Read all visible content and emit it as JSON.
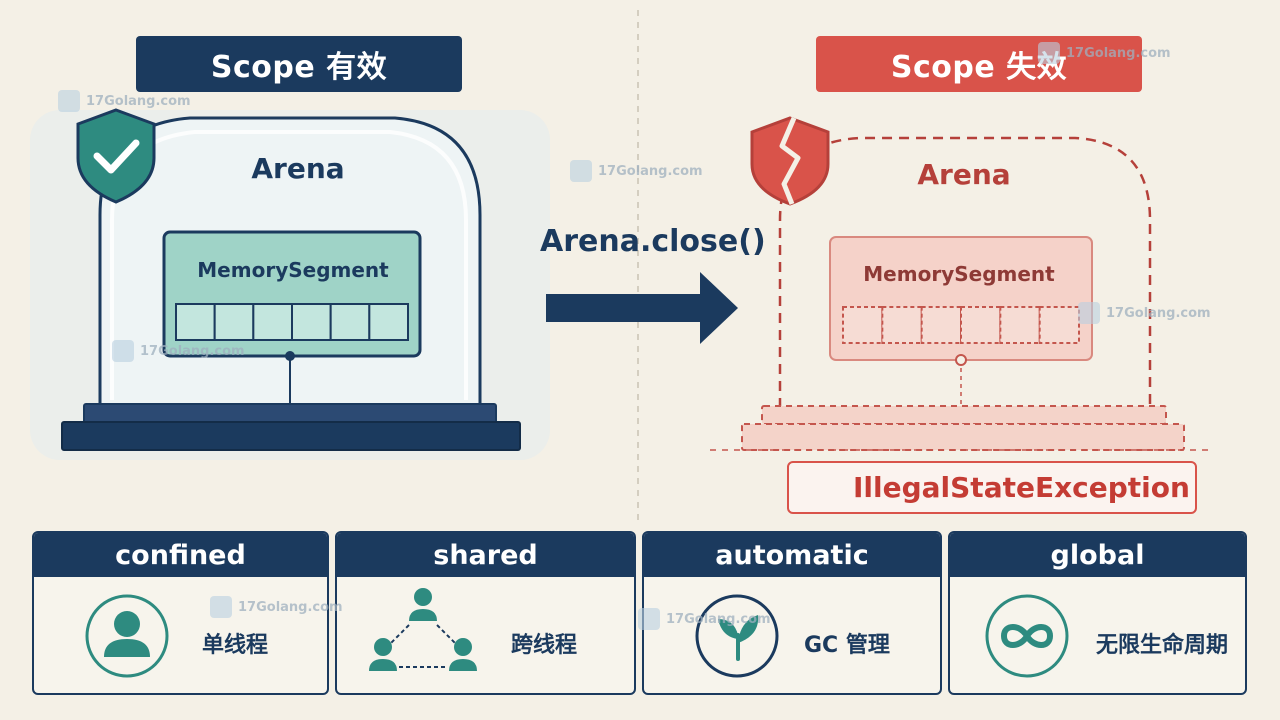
{
  "banners": {
    "valid": "Scope 有效",
    "invalid": "Scope 失效"
  },
  "left_panel": {
    "arena_label": "Arena",
    "segment_label": "MemorySegment"
  },
  "right_panel": {
    "arena_label": "Arena",
    "segment_label": "MemorySegment",
    "exception": "IllegalStateException"
  },
  "transition": {
    "label": "Arena.close()"
  },
  "scope_cards": [
    {
      "title": "confined",
      "description": "单线程",
      "icon": "person-icon"
    },
    {
      "title": "shared",
      "description": "跨线程",
      "icon": "network-icon"
    },
    {
      "title": "automatic",
      "description": "GC 管理",
      "icon": "leaf-icon"
    },
    {
      "title": "global",
      "description": "无限生命周期",
      "icon": "infinity-icon"
    }
  ],
  "watermarks": [
    "17Golang.com",
    "17Golang.com",
    "17Golang.com",
    "17Golang.com",
    "17Golang.com",
    "17Golang.com",
    "17Golang.com"
  ],
  "colors": {
    "navy": "#1b3a5e",
    "teal": "#2e8b80",
    "red": "#d9534a",
    "background": "#f4f0e6"
  }
}
